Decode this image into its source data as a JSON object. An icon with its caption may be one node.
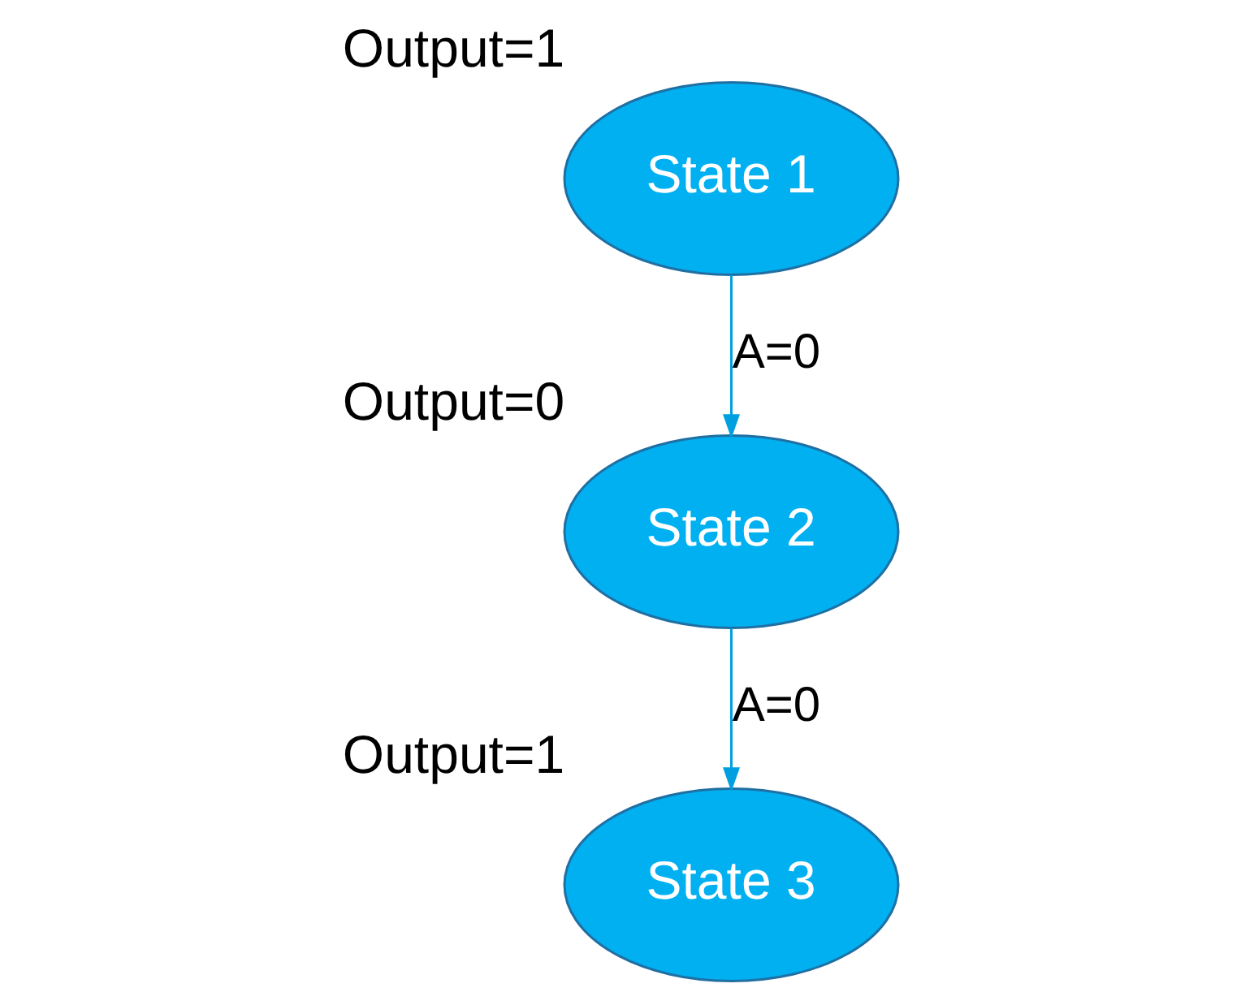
{
  "diagram": {
    "nodes": [
      {
        "text": [
          "State 1"
        ],
        "beside": [
          "Output=1"
        ]
      },
      {
        "text": [
          "State 2"
        ],
        "beside": [
          "Output=0"
        ]
      },
      {
        "text": [
          "State 3"
        ],
        "beside": [
          "Output=1"
        ]
      }
    ],
    "edges": [
      {
        "from": 0,
        "to": 1,
        "arrow": "to",
        "label": "A=0"
      },
      {
        "from": 1,
        "to": 2,
        "arrow": "to",
        "label": "A=0"
      }
    ]
  }
}
